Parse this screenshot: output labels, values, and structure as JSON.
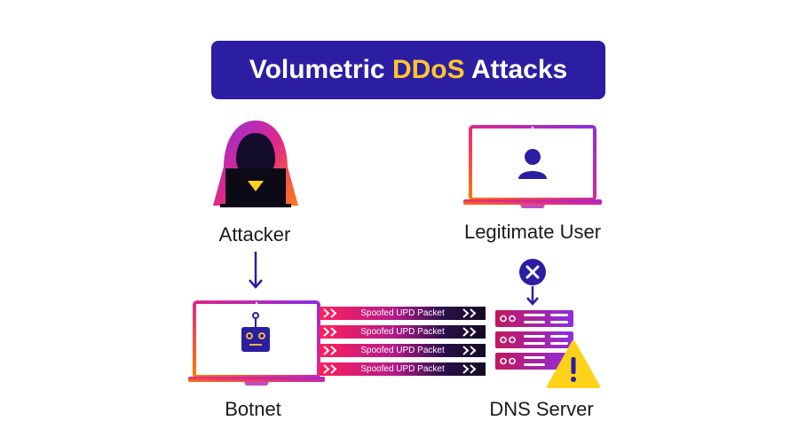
{
  "title": {
    "before": "Volumetric ",
    "highlight": "DDoS",
    "after": " Attacks"
  },
  "nodes": {
    "attacker": "Attacker",
    "legitimate_user": "Legitimate User",
    "botnet": "Botnet",
    "dns_server": "DNS Server"
  },
  "packets": [
    {
      "label": "Spoofed UPD Packet"
    },
    {
      "label": "Spoofed UPD Packet"
    },
    {
      "label": "Spoofed UPD Packet"
    },
    {
      "label": "Spoofed UPD Packet"
    }
  ],
  "colors": {
    "banner": "#2b1ea3",
    "highlight": "#ffc62e",
    "accent_orange": "#ff7a00",
    "accent_purple": "#8e2de2",
    "warning": "#ffd21a"
  },
  "icons": [
    "hooded-hacker-icon",
    "user-icon",
    "robot-icon",
    "server-rack-icon",
    "warning-icon",
    "blocked-x-icon"
  ]
}
